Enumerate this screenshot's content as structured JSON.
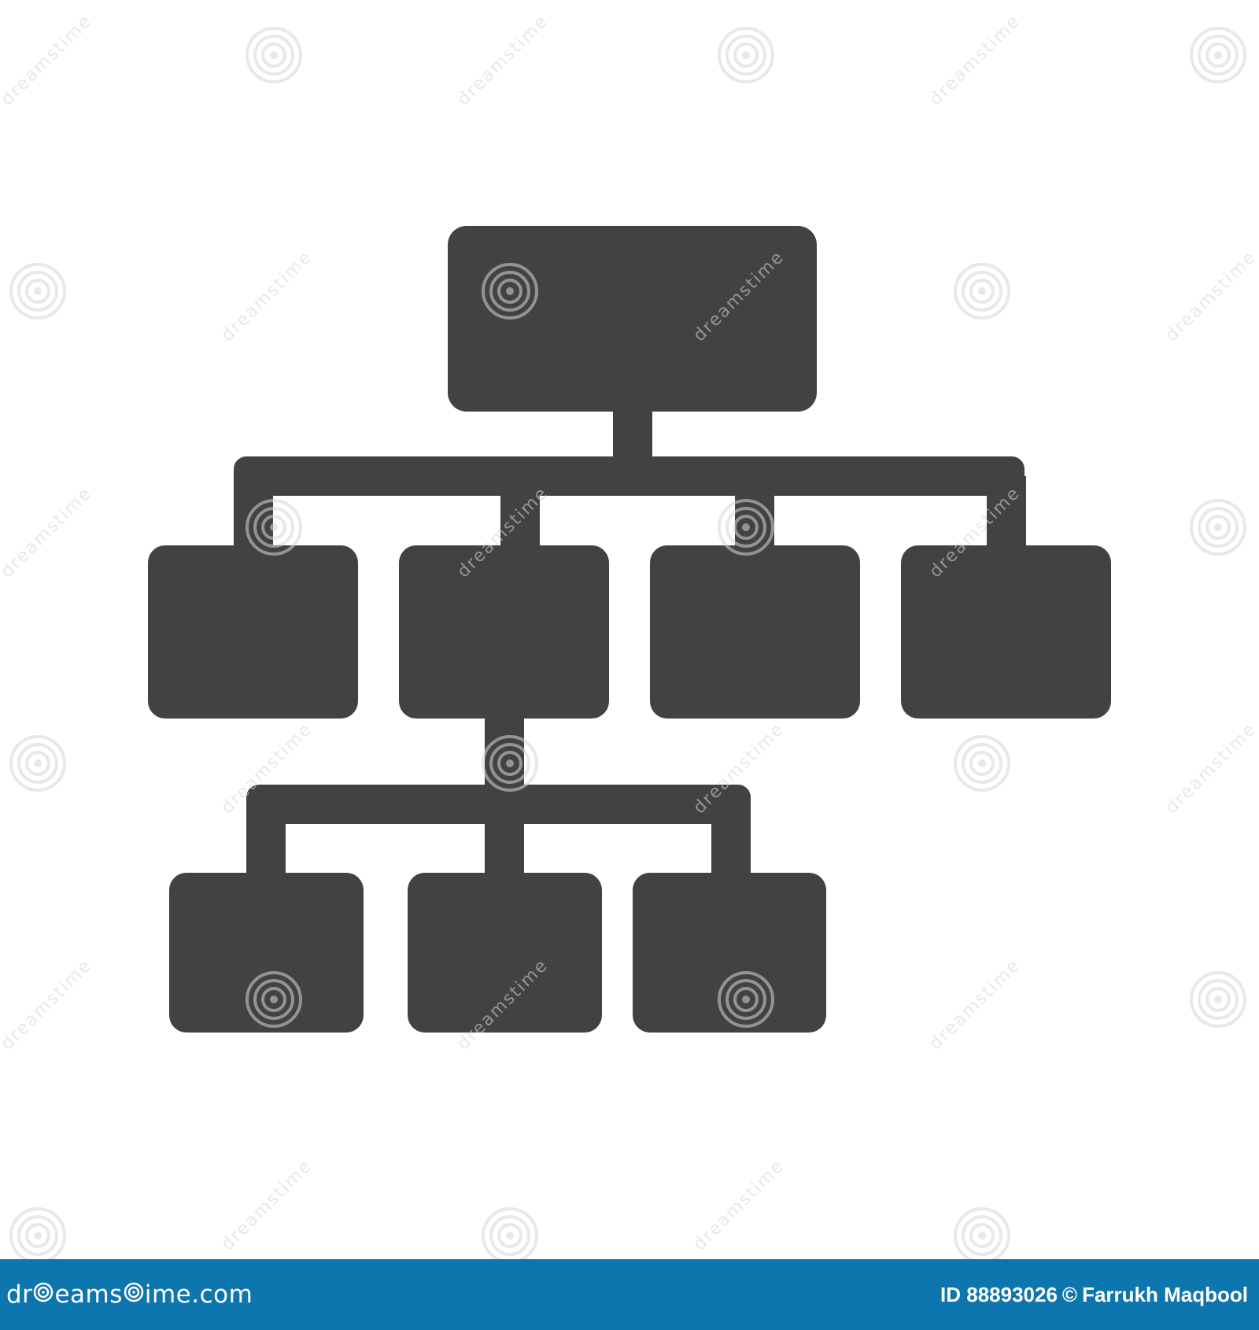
{
  "colors": {
    "icon_fill": "#424242",
    "footer_background": "#0e76ae",
    "footer_text": "#ffffff",
    "watermark": "#d6d6d6",
    "background": "#ffffff"
  },
  "diagram": {
    "description_nodes": {
      "root": 1,
      "level_2": 4,
      "level_3": 3,
      "level_3_parent": "level_2 node 2"
    }
  },
  "watermark": {
    "brand": "dreamstime",
    "icon": "spiral-logo-icon"
  },
  "footer": {
    "brand_prefix": "dr",
    "brand_middle": "eams",
    "brand_suffix": "ime.com",
    "id_label": "ID 88893026",
    "copyright_symbol": "©",
    "author": "Farrukh Maqbool"
  }
}
